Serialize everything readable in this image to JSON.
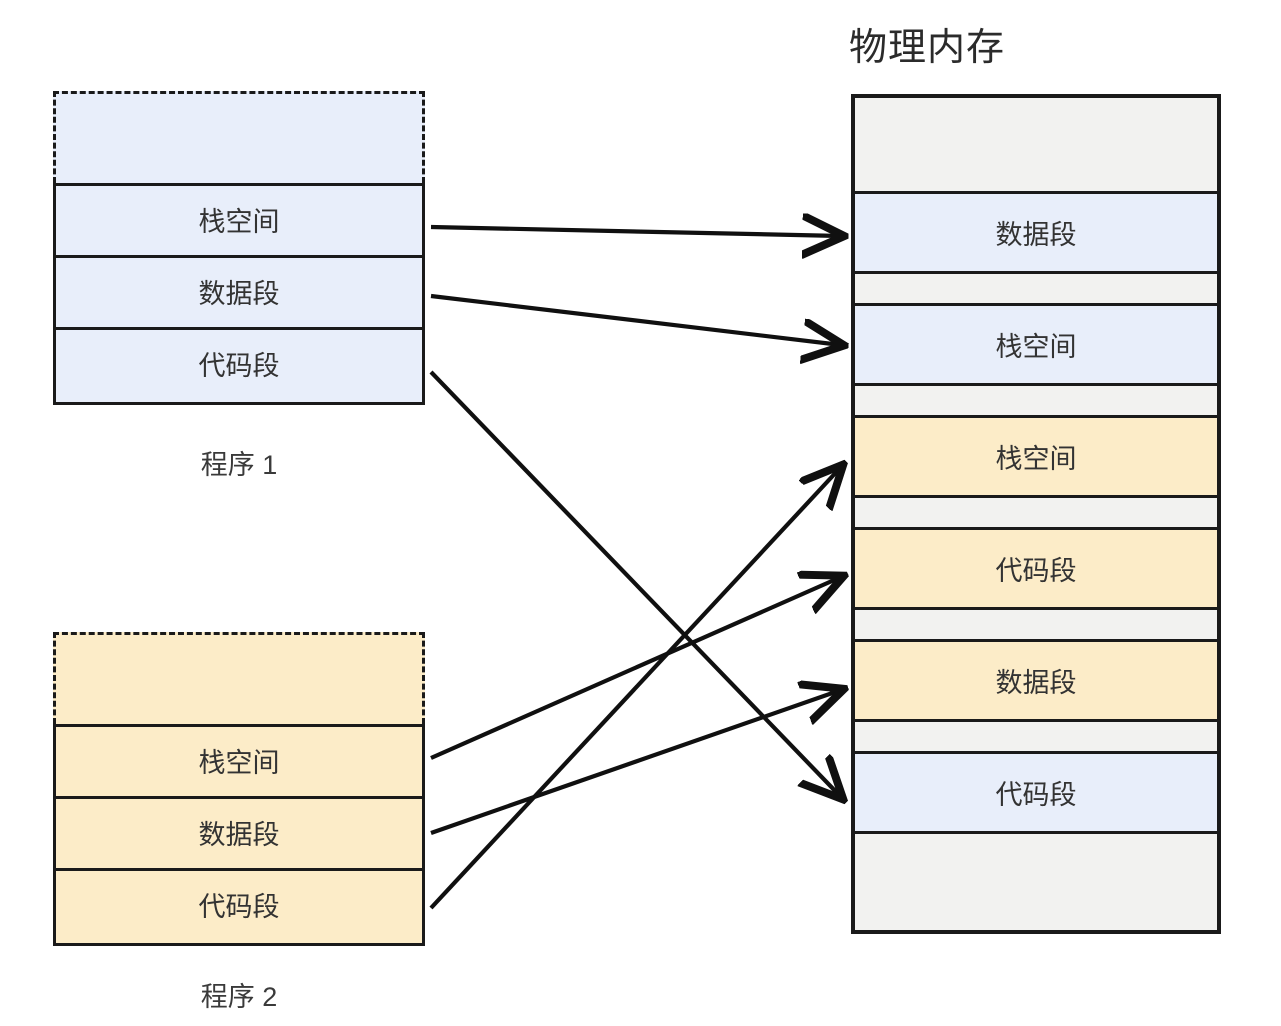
{
  "diagram": {
    "physical_memory_title": "物理内存",
    "segment_labels": {
      "stack": "栈空间",
      "data": "数据段",
      "code": "代码段"
    },
    "colors": {
      "program1_fill": "#e8eefa",
      "program2_fill": "#fcecc8",
      "free_memory_fill": "#f2f2f0",
      "stroke": "#1a1a1a",
      "text": "#333333"
    },
    "programs": [
      {
        "caption": "程序 1",
        "color": "#e8eefa",
        "has_dashed_top": true,
        "segments": [
          {
            "label": "栈空间"
          },
          {
            "label": "数据段"
          },
          {
            "label": "代码段"
          }
        ]
      },
      {
        "caption": "程序 2",
        "color": "#fcecc8",
        "has_dashed_top": true,
        "segments": [
          {
            "label": "栈空间"
          },
          {
            "label": "数据段"
          },
          {
            "label": "代码段"
          }
        ]
      }
    ],
    "physical_memory": {
      "title": "物理内存",
      "segments": [
        {
          "label": "",
          "owner": "free",
          "height": 96
        },
        {
          "label": "数据段",
          "owner": "program1",
          "height": 80
        },
        {
          "label": "",
          "owner": "free",
          "height": 32
        },
        {
          "label": "栈空间",
          "owner": "program1",
          "height": 80
        },
        {
          "label": "",
          "owner": "free",
          "height": 32
        },
        {
          "label": "栈空间",
          "owner": "program2",
          "height": 80
        },
        {
          "label": "",
          "owner": "free",
          "height": 32
        },
        {
          "label": "代码段",
          "owner": "program2",
          "height": 80
        },
        {
          "label": "",
          "owner": "free",
          "height": 32
        },
        {
          "label": "数据段",
          "owner": "program2",
          "height": 80
        },
        {
          "label": "",
          "owner": "free",
          "height": 32
        },
        {
          "label": "代码段",
          "owner": "program1",
          "height": 80
        },
        {
          "label": "",
          "owner": "free",
          "height": 96
        }
      ]
    },
    "mappings": [
      {
        "from": "program1.栈空间",
        "to": "physical.数据段(p1)"
      },
      {
        "from": "program1.数据段",
        "to": "physical.栈空间(p1)"
      },
      {
        "from": "program1.代码段",
        "to": "physical.代码段(p1)"
      },
      {
        "from": "program2.栈空间",
        "to": "physical.代码段(p2)"
      },
      {
        "from": "program2.数据段",
        "to": "physical.数据段(p2)"
      },
      {
        "from": "program2.代码段",
        "to": "physical.栈空间(p2)"
      }
    ]
  }
}
